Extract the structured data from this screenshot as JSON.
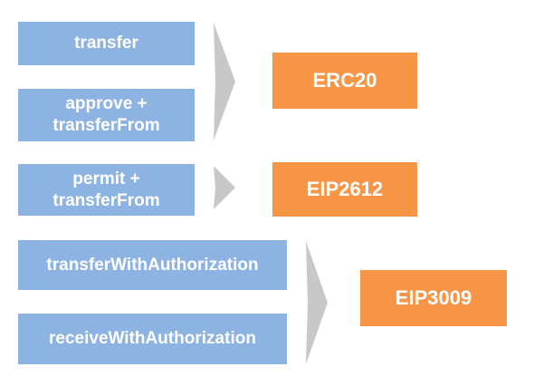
{
  "methods": [
    {
      "id": "transfer",
      "lines": [
        "transfer"
      ]
    },
    {
      "id": "approve-transferfrom",
      "lines": [
        "approve +",
        "transferFrom"
      ]
    },
    {
      "id": "permit-transferfrom",
      "lines": [
        "permit +",
        "transferFrom"
      ]
    },
    {
      "id": "transferwithauthorization",
      "lines": [
        "transferWithAuthorization"
      ]
    },
    {
      "id": "receivewithauthorization",
      "lines": [
        "receiveWithAuthorization"
      ]
    }
  ],
  "standards": [
    {
      "id": "erc20",
      "label": "ERC20"
    },
    {
      "id": "eip2612",
      "label": "EIP2612"
    },
    {
      "id": "eip3009",
      "label": "EIP3009"
    }
  ],
  "colors": {
    "method_box": "#8db3e2",
    "standard_box": "#f79646",
    "arrow": "#c8c8c8",
    "text": "#ffffff"
  }
}
